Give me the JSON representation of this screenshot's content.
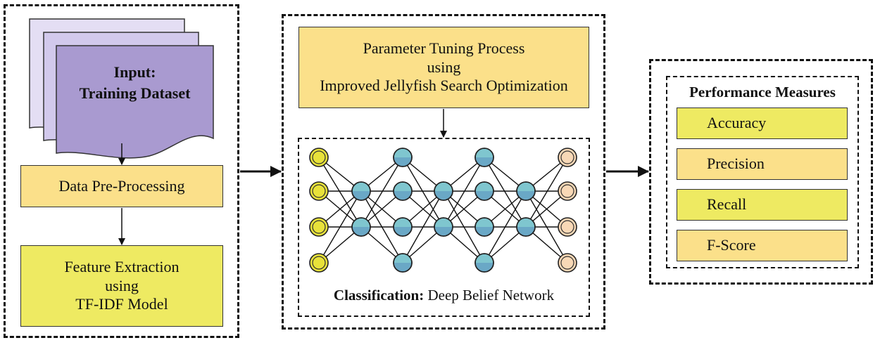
{
  "input": {
    "line1": "Input:",
    "line2": "Training Dataset"
  },
  "preprocessing": {
    "label": "Data Pre-Processing"
  },
  "feature": {
    "line1": "Feature Extraction",
    "line2": "using",
    "line3": "TF-IDF Model"
  },
  "tuning": {
    "line1": "Parameter Tuning Process",
    "line2": "using",
    "line3": "Improved Jellyfish Search Optimization"
  },
  "classification": {
    "bold": "Classification:",
    "rest": " Deep Belief Network"
  },
  "performance": {
    "title": "Performance Measures",
    "items": [
      "Accuracy",
      "Precision",
      "Recall",
      "F-Score"
    ]
  },
  "colors": {
    "yellow_light": "#fbe08a",
    "yellow_green": "#eeea62",
    "doc_purple": "#a99ad0",
    "doc_lilac": "#d8d0ee",
    "node_input": "#e8e23a",
    "node_hidden": "#7fc6cf",
    "node_output": "#f8d8b6"
  }
}
